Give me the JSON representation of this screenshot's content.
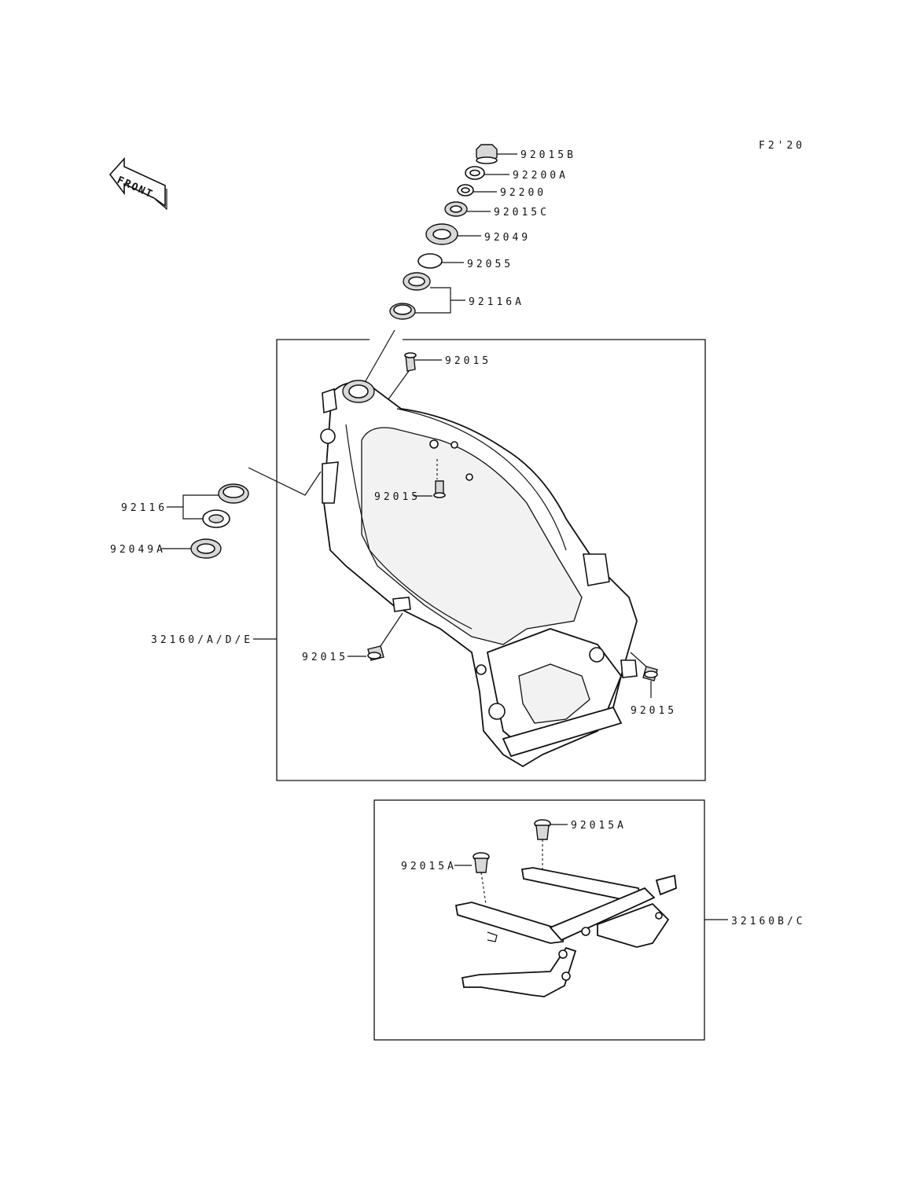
{
  "figure_code": "F2'20",
  "front_label": "FRONT",
  "callouts": {
    "p_92015B": "92015B",
    "p_92200A": "92200A",
    "p_92200": "92200",
    "p_92015C": "92015C",
    "p_92049": "92049",
    "p_92055": "92055",
    "p_92116A": "92116A",
    "p_92015_top": "92015",
    "p_92015_mid": "92015",
    "p_92116": "92116",
    "p_92049A": "92049A",
    "p_32160ADE": "32160/A/D/E",
    "p_92015_left": "92015",
    "p_92015_right": "92015",
    "p_92015A_a": "92015A",
    "p_92015A_b": "92015A",
    "p_32160BC": "32160B/C"
  }
}
